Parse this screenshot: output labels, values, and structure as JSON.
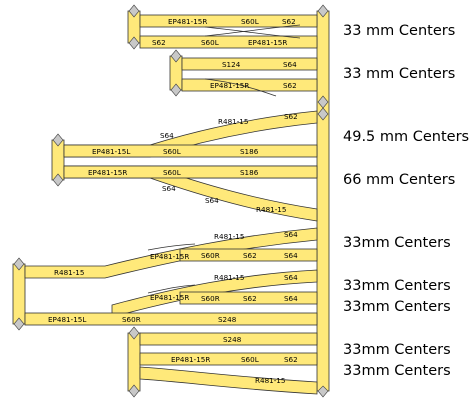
{
  "colors": {
    "track_fill": "#ffe97a",
    "track_edge": "#333333",
    "bumper": "#c8c8c8",
    "background": "#ffffff"
  },
  "track_labels": {
    "r1": [
      "EP481-15R",
      "S60L",
      "S62"
    ],
    "r2": [
      "S62",
      "S60L",
      "EP481-15R"
    ],
    "r3": [
      "S124",
      "S64"
    ],
    "r4": [
      "EP481-15R",
      "S62"
    ],
    "r5": [
      "S64",
      "R481-15",
      "S62"
    ],
    "r6": [
      "EP481-15L",
      "S60L",
      "S186"
    ],
    "r7": [
      "EP481-15R",
      "S60L",
      "S186"
    ],
    "r8": [
      "S64",
      "S64",
      "R481-15"
    ],
    "r9": [
      "R481-15",
      "S64"
    ],
    "r10": [
      "R481-15",
      "EP481-15R",
      "S60R",
      "S62",
      "S64"
    ],
    "r11": [
      "R481-15",
      "S64"
    ],
    "r12": [
      "EP481-15R",
      "S60R",
      "S62",
      "S64"
    ],
    "r13": [
      "EP481-15L",
      "S60R",
      "S248"
    ],
    "r14": [
      "S248"
    ],
    "r15": [
      "EP481-15R",
      "S60L",
      "S62"
    ],
    "r16": [
      "R481-15"
    ]
  },
  "center_labels": [
    "33 mm Centers",
    "33 mm Centers",
    "49.5 mm Centers",
    "66 mm Centers",
    "33mm Centers",
    "33mm Centers",
    "33mm Centers",
    "33mm Centers",
    "33mm Centers"
  ]
}
